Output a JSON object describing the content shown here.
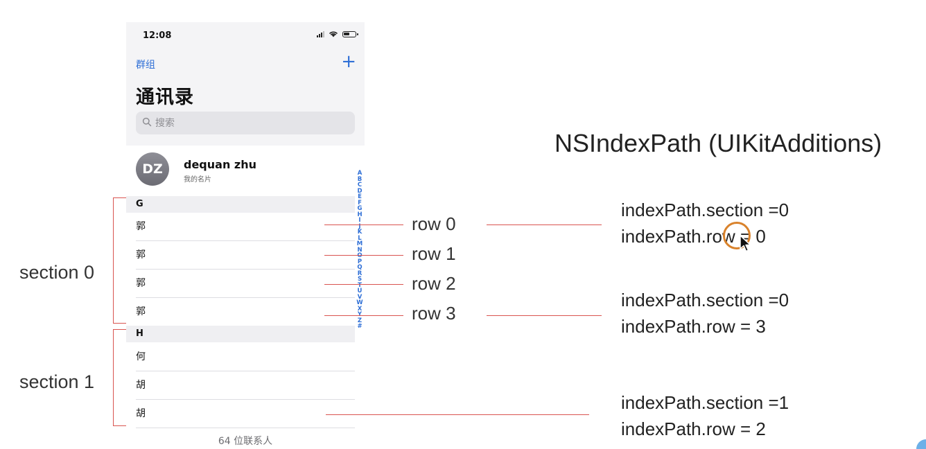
{
  "phone": {
    "status_time": "12:08",
    "groups_label": "群组",
    "add_symbol": "+",
    "title": "通讯录",
    "search_placeholder": "搜索",
    "my_card": {
      "initials": "DZ",
      "name": "dequan zhu",
      "subtitle": "我的名片"
    },
    "sections": [
      {
        "header": "G",
        "rows": [
          "郭",
          "郭",
          "郭",
          "郭"
        ]
      },
      {
        "header": "H",
        "rows": [
          "何",
          "胡",
          "胡"
        ]
      }
    ],
    "alpha_index": [
      "A",
      "B",
      "C",
      "D",
      "E",
      "F",
      "G",
      "H",
      "I",
      "J",
      "K",
      "L",
      "M",
      "N",
      "O",
      "P",
      "Q",
      "R",
      "S",
      "T",
      "U",
      "V",
      "W",
      "X",
      "Y",
      "Z",
      "#"
    ],
    "contact_count": "64 位联系人"
  },
  "annotations": {
    "heading": "NSIndexPath (UIKitAdditions)",
    "row_labels": [
      "row 0",
      "row 1",
      "row 2",
      "row 3"
    ],
    "section_labels": [
      "section 0",
      "section 1"
    ],
    "index_paths": [
      {
        "section": "indexPath.section =0",
        "row": "indexPath.row = 0"
      },
      {
        "section": "indexPath.section =0",
        "row": "indexPath.row = 3"
      },
      {
        "section": "indexPath.section =1",
        "row": "indexPath.row = 2"
      }
    ]
  },
  "colors": {
    "accent": "#2f6fd6",
    "annotation_line": "#d9534f",
    "cursor_ring": "#d9822b"
  }
}
